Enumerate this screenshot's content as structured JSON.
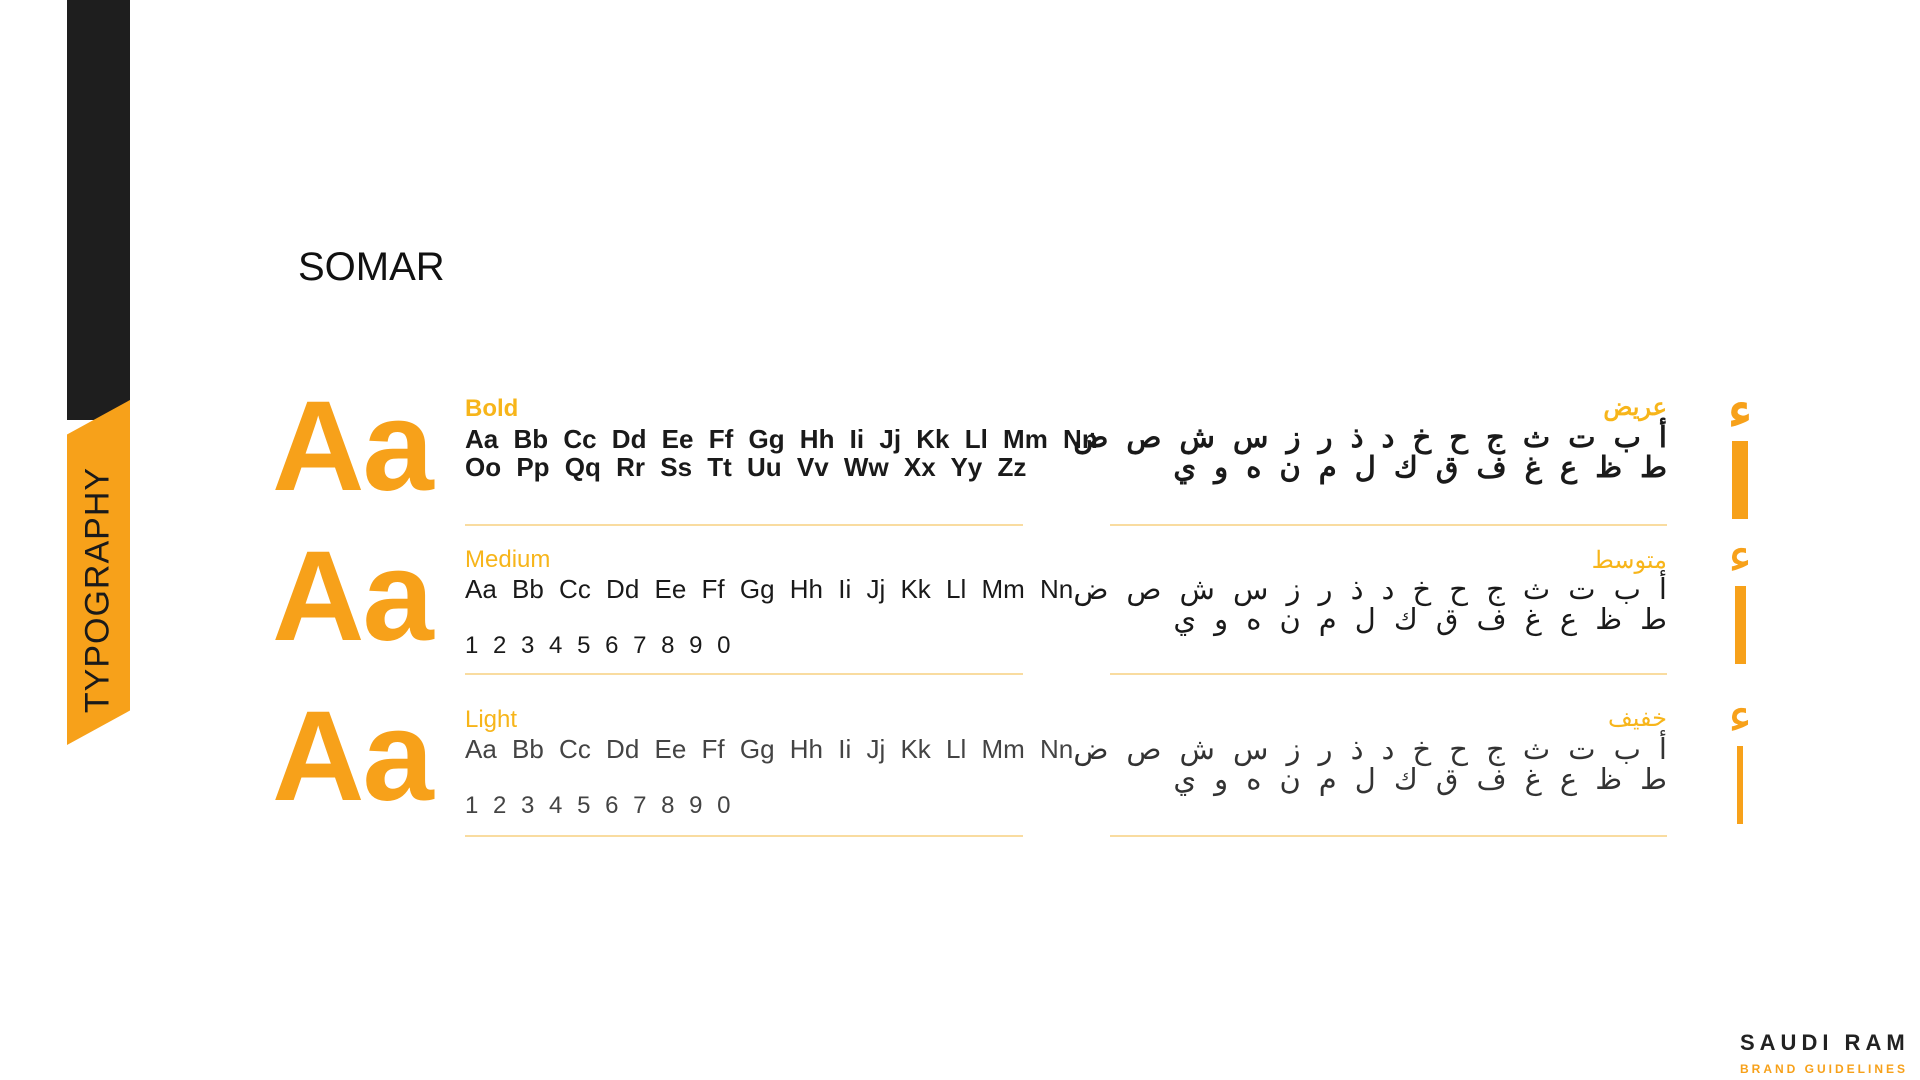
{
  "sidebar": {
    "label": "TYPOGRAPHY"
  },
  "title": "SOMAR",
  "sample": "Aa",
  "weights": [
    {
      "label": "Bold",
      "ar_label": "عريض",
      "line1": "Aa Bb Cc Dd Ee Ff Gg Hh Ii Jj Kk Ll Mm Nn",
      "line2": "Oo Pp Qq Rr Ss Tt Uu Vv Ww Xx Yy Zz",
      "ar1": "أ ب ت ث ج ح خ د ذ ر ز س ش ص ض",
      "ar2": "ط ظ ع غ ف ق ك ل م ن ه و ي"
    },
    {
      "label": "Medium",
      "ar_label": "متوسط",
      "line1": "Aa Bb Cc Dd Ee Ff Gg Hh Ii Jj Kk Ll Mm Nn",
      "line2": "1 2 3 4 5 6 7 8 9 0",
      "ar1": "أ ب ت ث ج ح خ د ذ ر ز س ش ص ض",
      "ar2": "ط ظ ع غ ف ق ك ل م ن ه و ي"
    },
    {
      "label": "Light",
      "ar_label": "خفيف",
      "line1": "Aa Bb Cc Dd Ee Ff Gg Hh Ii Jj Kk Ll Mm Nn",
      "line2": "1 2 3 4 5 6 7 8 9 0",
      "ar1": "أ ب ت ث ج ح خ د ذ ر ز س ش ص ض",
      "ar2": "ط ظ ع غ ف ق ك ل م ن ه و ي"
    }
  ],
  "glyph_mark": "ء",
  "logo": {
    "name": "SAUDI RAM",
    "tagline": "BRAND GUIDELINES"
  },
  "colors": {
    "accent": "#f7a11a",
    "dark": "#1e1e1e"
  }
}
